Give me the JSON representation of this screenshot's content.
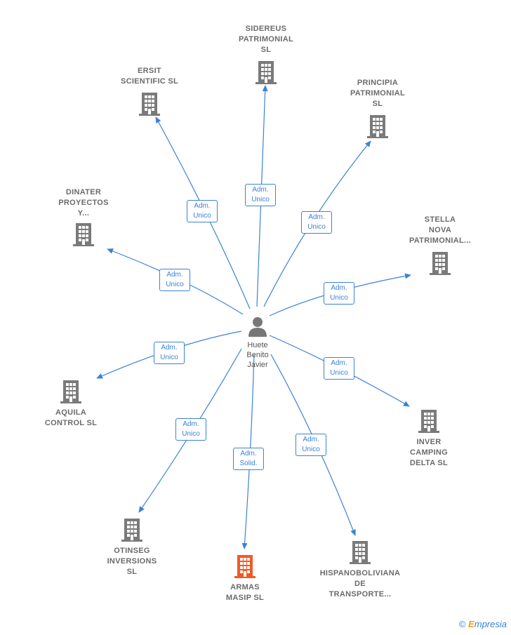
{
  "center": {
    "lines": [
      "Huete",
      "Benito",
      "Javier"
    ]
  },
  "companies": {
    "sidereus": {
      "lines": [
        "SIDEREUS",
        "PATRIMONIAL",
        "SL"
      ]
    },
    "ersit": {
      "lines": [
        "ERSIT",
        "SCIENTIFIC SL"
      ]
    },
    "principia": {
      "lines": [
        "PRINCIPIA",
        "PATRIMONIAL",
        "SL"
      ]
    },
    "dinater": {
      "lines": [
        "DINATER",
        "PROYECTOS",
        "Y..."
      ]
    },
    "stella": {
      "lines": [
        "STELLA",
        "NOVA",
        "PATRIMONIAL..."
      ]
    },
    "aquila": {
      "lines": [
        "AQUILA",
        "CONTROL SL"
      ]
    },
    "inver": {
      "lines": [
        "INVER",
        "CAMPING",
        "DELTA SL"
      ]
    },
    "otinseg": {
      "lines": [
        "OTINSEG",
        "INVERSIONS",
        "SL"
      ]
    },
    "armas": {
      "lines": [
        "ARMAS",
        "MASIP SL"
      ]
    },
    "hispano": {
      "lines": [
        "HISPANOBOLIVIANA",
        "DE",
        "TRANSPORTE..."
      ]
    }
  },
  "edge_labels": {
    "sidereus": [
      "Adm.",
      "Unico"
    ],
    "ersit": [
      "Adm.",
      "Unico"
    ],
    "principia": [
      "Adm.",
      "Unico"
    ],
    "dinater": [
      "Adm.",
      "Unico"
    ],
    "stella": [
      "Adm.",
      "Unico"
    ],
    "aquila": [
      "Adm.",
      "Unico"
    ],
    "inver": [
      "Adm.",
      "Unico"
    ],
    "otinseg": [
      "Adm.",
      "Unico"
    ],
    "armas": [
      "Adm.",
      "Solid."
    ],
    "hispano": [
      "Adm.",
      "Unico"
    ]
  },
  "colors": {
    "edge": "#3b82d6",
    "building": "#7a7a7a",
    "building_highlight": "#f05a28",
    "person": "#777777"
  },
  "watermark": {
    "symbol": "©",
    "brand_first": "E",
    "brand_rest": "mpresia"
  }
}
